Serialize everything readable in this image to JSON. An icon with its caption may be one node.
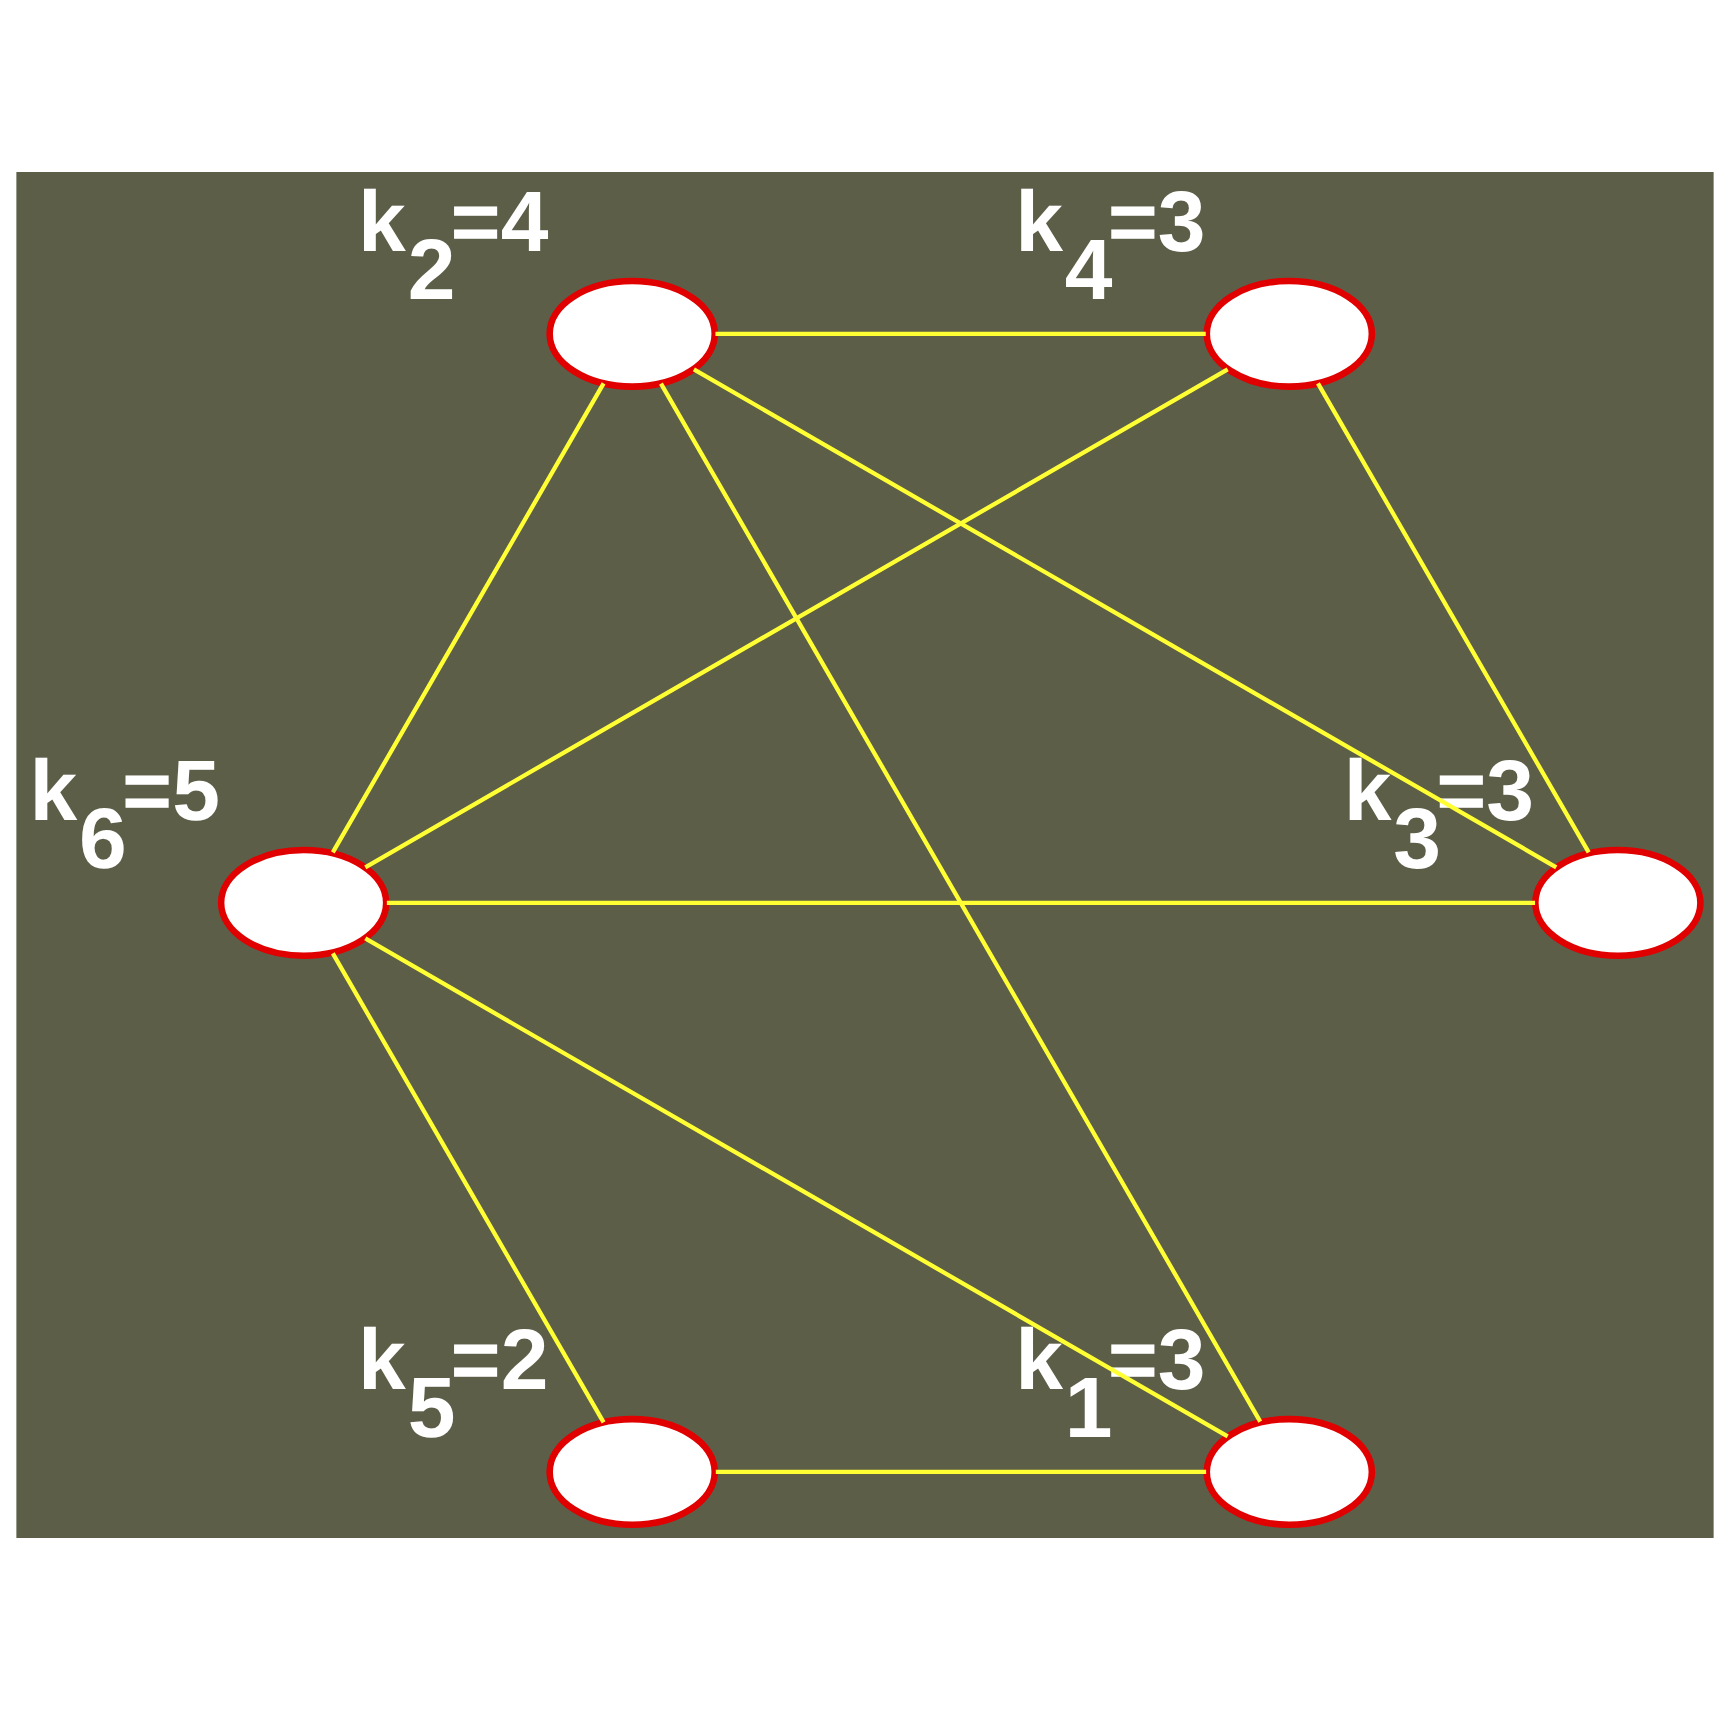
{
  "diagram": {
    "nodes": [
      {
        "text": [],
        "shape": "circle",
        "beside": [
          "k$_{1}$=3"
        ]
      },
      {
        "text": [],
        "shape": "circle",
        "beside": [
          "k$_{2}$=4"
        ]
      },
      {
        "text": [],
        "shape": "circle",
        "beside": [
          "k$_{6}$=5"
        ]
      },
      {
        "text": [],
        "shape": "circle",
        "beside": [
          "k$_{3}$=3"
        ]
      },
      {
        "text": [],
        "shape": "circle",
        "beside": [
          "k$_{5}$=2"
        ]
      },
      {
        "text": [],
        "shape": "circle",
        "beside": [
          "k$_{4}$=3"
        ]
      }
    ],
    "edges": [
      {
        "from": 0,
        "to": 1,
        "arrow": "none"
      },
      {
        "from": 0,
        "to": 2,
        "arrow": "none"
      },
      {
        "from": 0,
        "to": 4,
        "arrow": "none"
      },
      {
        "from": 2,
        "to": 1,
        "arrow": "none"
      },
      {
        "from": 2,
        "to": 4,
        "arrow": "none"
      },
      {
        "from": 2,
        "to": 5,
        "arrow": "none"
      },
      {
        "from": 2,
        "to": 3,
        "arrow": "none"
      },
      {
        "from": 1,
        "to": 3,
        "arrow": "none"
      },
      {
        "from": 1,
        "to": 5,
        "arrow": "none"
      },
      {
        "from": 3,
        "to": 5,
        "arrow": "none"
      }
    ]
  }
}
